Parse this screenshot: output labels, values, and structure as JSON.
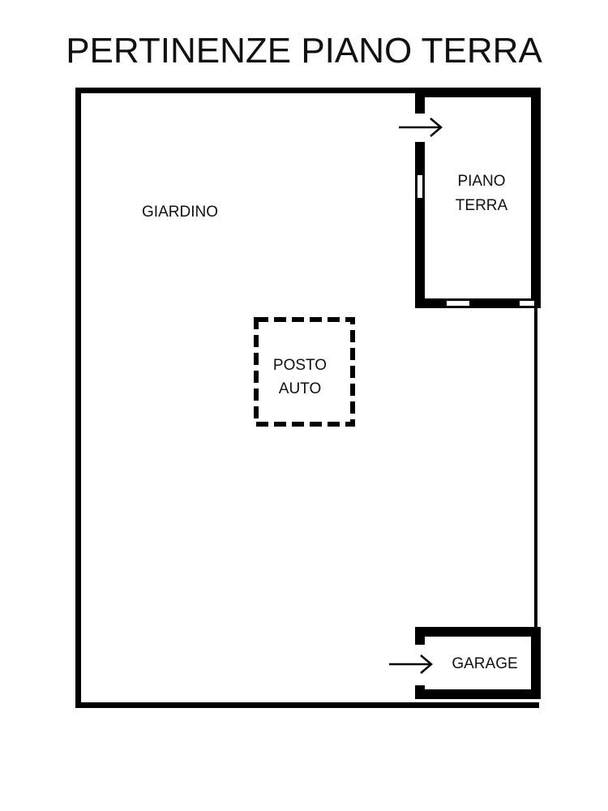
{
  "title": "PERTINENZE PIANO TERRA",
  "rooms": {
    "garden": "GIARDINO",
    "ground_floor_line1": "PIANO",
    "ground_floor_line2": "TERRA",
    "parking_line1": "POSTO",
    "parking_line2": "AUTO",
    "garage": "GARAGE"
  },
  "colors": {
    "wall": "#000000",
    "background": "#ffffff"
  },
  "icons": [
    "entrance-arrow-icon",
    "entrance-arrow-icon"
  ]
}
